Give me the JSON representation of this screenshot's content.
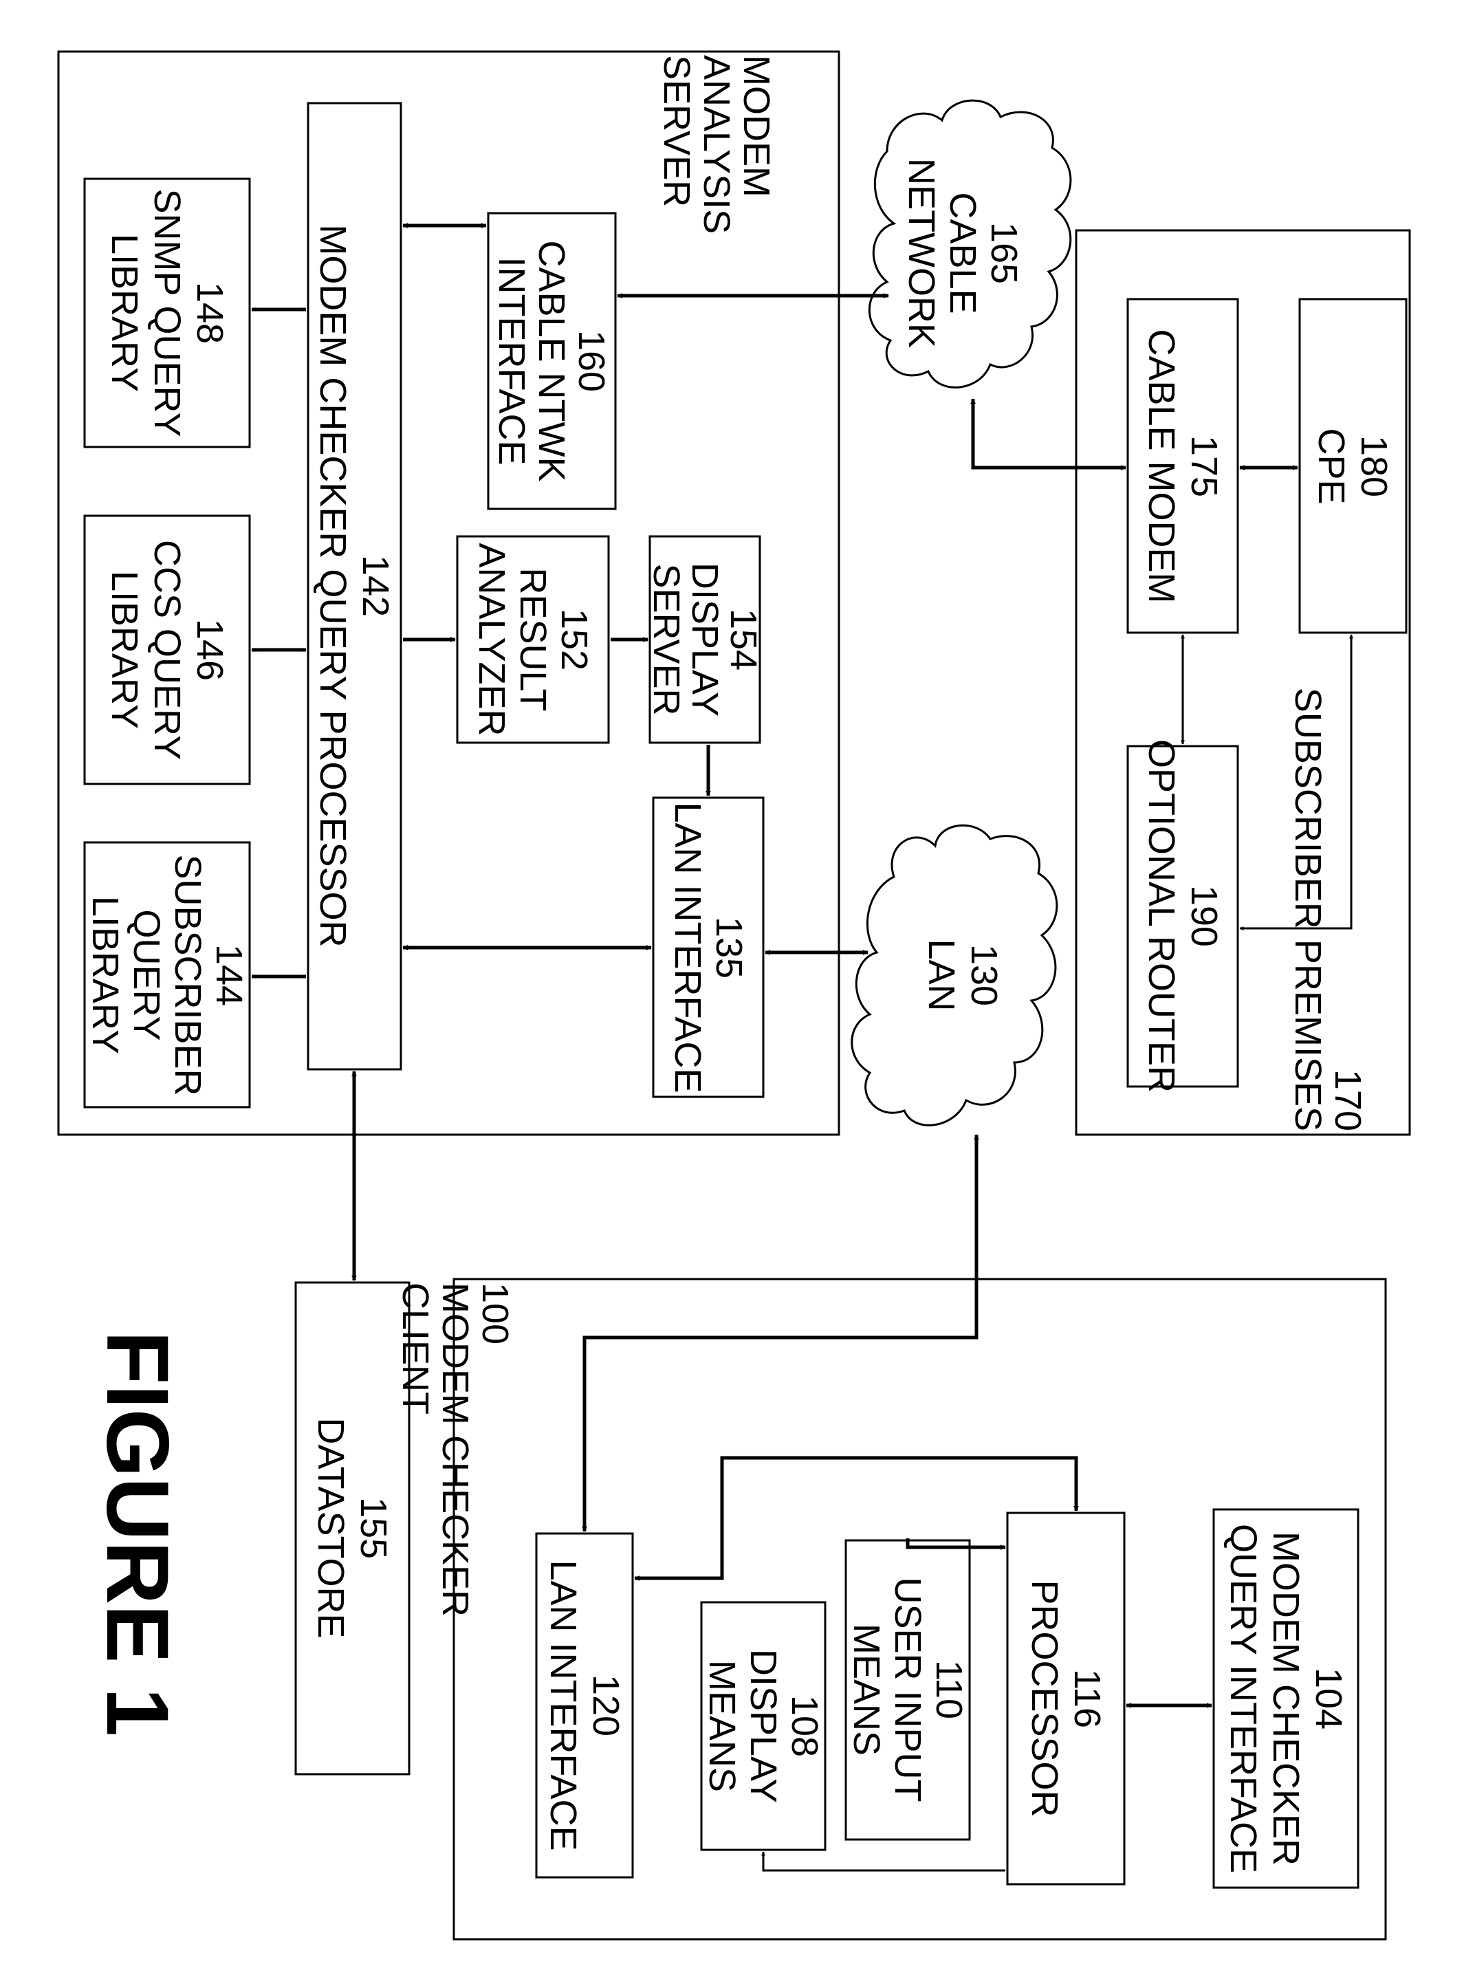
{
  "figure_title": "FIGURE 1",
  "server": {
    "id": "140",
    "lines": [
      "MODEM",
      "ANALYSIS",
      "SERVER"
    ],
    "blocks": {
      "subscriber_query_library": [
        "144",
        "SUBSCRIBER",
        "QUERY",
        "LIBRARY"
      ],
      "ccs_query_library": [
        "146",
        "CCS QUERY",
        "LIBRARY"
      ],
      "snmp_query_library": [
        "148",
        "SNMP QUERY",
        "LIBRARY"
      ],
      "query_processor": [
        "142",
        "MODEM CHECKER QUERY PROCESSOR"
      ],
      "result_analyzer": [
        "152",
        "RESULT",
        "ANALYZER"
      ],
      "display_server": [
        "154",
        "DISPLAY",
        "SERVER"
      ],
      "cable_ntwk_interface": [
        "160",
        "CABLE NTWK",
        "INTERFACE"
      ],
      "lan_interface": [
        "135",
        "LAN INTERFACE"
      ]
    }
  },
  "datastore": [
    "155",
    "DATASTORE"
  ],
  "lan_cloud": [
    "130",
    "LAN"
  ],
  "cable_network_cloud": [
    "165",
    "CABLE",
    "NETWORK"
  ],
  "subscriber": {
    "lines": [
      "170",
      "SUBSCRIBER PREMISES"
    ],
    "blocks": {
      "optional_router": [
        "190",
        "OPTIONAL ROUTER"
      ],
      "cable_modem": [
        "175",
        "CABLE MODEM"
      ],
      "cpe": [
        "180",
        "CPE"
      ]
    }
  },
  "client": {
    "lines": [
      "100",
      "MODEM CHECKER",
      "CLIENT"
    ],
    "blocks": {
      "lan_interface": [
        "120",
        "LAN INTERFACE"
      ],
      "display_means": [
        "108",
        "DISPLAY",
        "MEANS"
      ],
      "user_input_means": [
        "110",
        "USER INPUT",
        "MEANS"
      ],
      "processor": [
        "116",
        "PROCESSOR"
      ],
      "query_interface": [
        "104",
        "MODEM CHECKER",
        "QUERY INTERFACE"
      ]
    }
  }
}
